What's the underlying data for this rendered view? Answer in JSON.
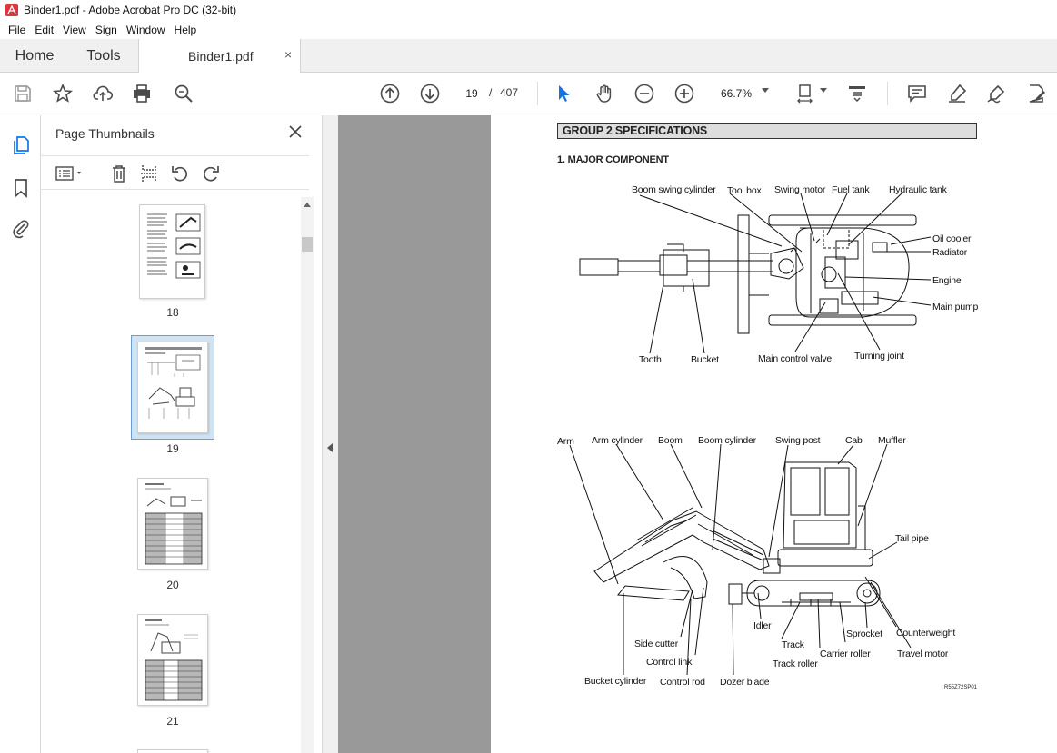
{
  "window": {
    "title": "Binder1.pdf - Adobe Acrobat Pro DC (32-bit)"
  },
  "menu": [
    "File",
    "Edit",
    "View",
    "Sign",
    "Window",
    "Help"
  ],
  "tabs": {
    "home": "Home",
    "tools": "Tools",
    "document": "Binder1.pdf",
    "close": "×"
  },
  "toolbar": {
    "page_current": "19",
    "page_separator": "/",
    "page_total": "407",
    "zoom": "66.7%"
  },
  "sidebar": {
    "title": "Page Thumbnails",
    "thumbnails": [
      {
        "label": "18",
        "selected": false
      },
      {
        "label": "19",
        "selected": true
      },
      {
        "label": "20",
        "selected": false
      },
      {
        "label": "21",
        "selected": false
      }
    ]
  },
  "pdf": {
    "group_heading": "GROUP 2 SPECIFICATIONS",
    "section_heading": "1. MAJOR COMPONENT",
    "top_labels": {
      "boom_swing_cylinder": "Boom swing cylinder",
      "tool_box": "Tool box",
      "swing_motor": "Swing motor",
      "fuel_tank": "Fuel tank",
      "hydraulic_tank": "Hydraulic tank",
      "oil_cooler": "Oil cooler",
      "radiator": "Radiator",
      "engine": "Engine",
      "main_pump": "Main pump",
      "tooth": "Tooth",
      "bucket": "Bucket",
      "main_control_valve": "Main control valve",
      "turning_joint": "Turning joint"
    },
    "side_labels": {
      "arm": "Arm",
      "arm_cylinder": "Arm cylinder",
      "boom": "Boom",
      "boom_cylinder": "Boom cylinder",
      "swing_post": "Swing post",
      "cab": "Cab",
      "muffler": "Muffler",
      "tail_pipe": "Tail pipe",
      "idler": "Idler",
      "sprocket": "Sprocket",
      "counterweight": "Counterweight",
      "side_cutter": "Side cutter",
      "track": "Track",
      "carrier_roller": "Carrier roller",
      "travel_motor": "Travel motor",
      "control_link": "Control link",
      "track_roller": "Track roller",
      "bucket_cylinder": "Bucket cylinder",
      "control_rod": "Control rod",
      "dozer_blade": "Dozer blade"
    },
    "figure_code": "R55Z72SP01"
  },
  "colors": {
    "accent": "#1473e6",
    "toolbar_icon": "#4b4b4b",
    "viewer_bg": "#999999"
  }
}
